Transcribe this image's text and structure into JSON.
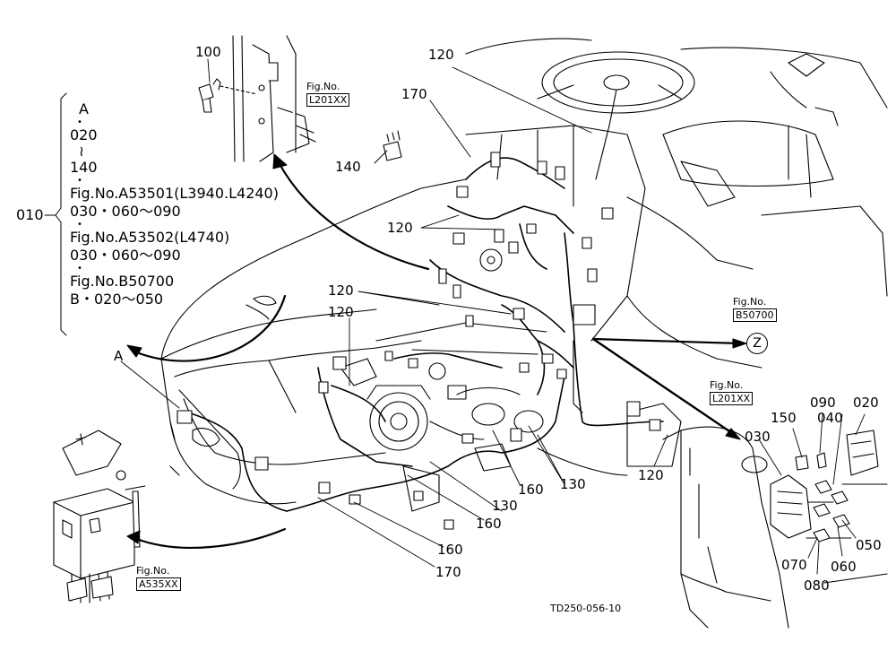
{
  "legend": {
    "item_label": "010",
    "group_letter": "A",
    "range_start": "020",
    "range_tilde": "≀",
    "range_end": "140",
    "fig1": "Fig.No.A53501(L3940.L4240)",
    "fig1_parts": "030・060～090",
    "fig2": "Fig.No.A53502(L4740)",
    "fig2_parts": "030・060～090",
    "fig3": "Fig.No.B50700",
    "fig3_parts": "B・020～050"
  },
  "callouts": {
    "c100": "100",
    "c120_top": "120",
    "c170_top": "170",
    "c140": "140",
    "c120_mid": "120",
    "c120_left1": "120",
    "c120_left2": "120",
    "c_A": "A",
    "c150": "150",
    "c090": "090",
    "c040": "040",
    "c020": "020",
    "c030": "030",
    "c050": "050",
    "c070": "070",
    "c060": "060",
    "c080": "080",
    "c120_right": "120",
    "c130_right": "130",
    "c160_mid": "160",
    "c130_mid": "130",
    "c160_low": "160",
    "c160_bottom": "160",
    "c170_bottom": "170",
    "c_Z": "Z"
  },
  "fig_refs": {
    "l201_top_a": "Fig.No.",
    "l201_top_b": "L201XX",
    "b50700_a": "Fig.No.",
    "b50700_b": "B50700",
    "l201_right_a": "Fig.No.",
    "l201_right_b": "L201XX",
    "a535_a": "Fig.No.",
    "a535_b": "A535XX"
  },
  "drawing_code": "TD250-056-10"
}
